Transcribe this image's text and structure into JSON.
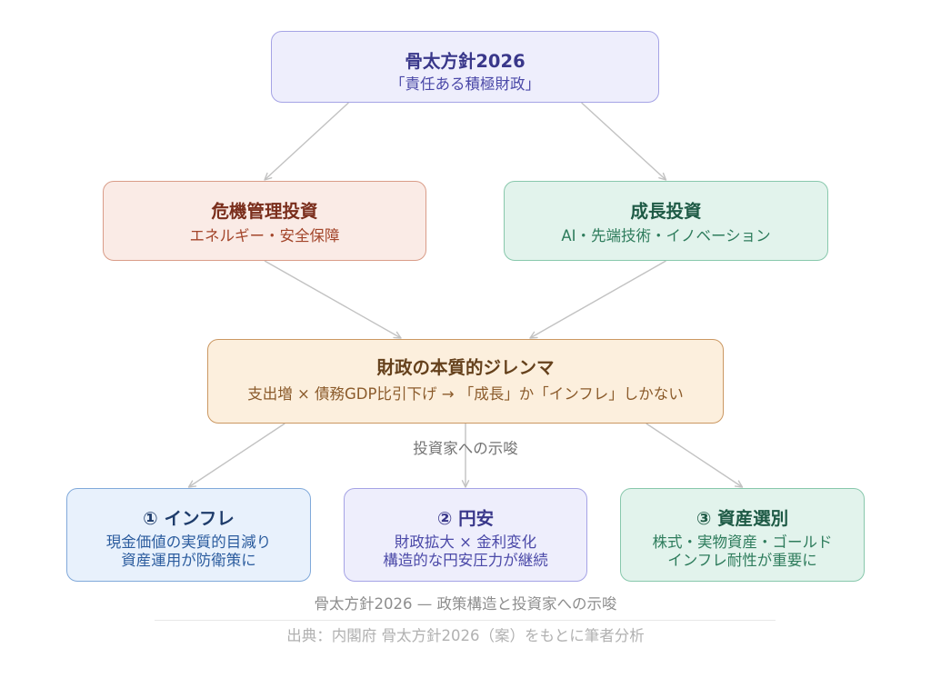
{
  "diagram": {
    "nodes": [
      {
        "title": "骨太方針2026",
        "lines": [
          "「責任ある積極財政」"
        ],
        "color": "lavender"
      },
      {
        "title": "危機管理投資",
        "lines": [
          "エネルギー・安全保障"
        ],
        "color": "salmon"
      },
      {
        "title": "成長投資",
        "lines": [
          "AI・先端技術・イノベーション"
        ],
        "color": "mint"
      },
      {
        "title": "財政の本質的ジレンマ",
        "lines": [
          "支出増 × 債務GDP比引下げ → 「成長」か「インフレ」しかない"
        ],
        "color": "peach"
      },
      {
        "title": "① インフレ",
        "lines": [
          "現金価値の実質的目減り",
          "資産運用が防衛策に"
        ],
        "color": "sky"
      },
      {
        "title": "② 円安",
        "lines": [
          "財政拡大 × 金利変化",
          "構造的な円安圧力が継続"
        ],
        "color": "lavender"
      },
      {
        "title": "③ 資産選別",
        "lines": [
          "株式・実物資産・ゴールド",
          "インフレ耐性が重要に"
        ],
        "color": "mint"
      }
    ],
    "edges": [
      {
        "from": 0,
        "to": 1
      },
      {
        "from": 0,
        "to": 2
      },
      {
        "from": 1,
        "to": 3
      },
      {
        "from": 2,
        "to": 3
      },
      {
        "from": 3,
        "to": 4
      },
      {
        "from": 3,
        "to": 5,
        "label": "投資家への示唆"
      },
      {
        "from": 3,
        "to": 6
      }
    ],
    "palette": {
      "lavender": {
        "fill": "#EEEEFC",
        "border": "#A5A3E5",
        "title": "#39378A",
        "text": "#4B49A8"
      },
      "salmon": {
        "fill": "#FAEBE6",
        "border": "#D99C88",
        "title": "#7A2E1C",
        "text": "#A3452A"
      },
      "mint": {
        "fill": "#E2F3EC",
        "border": "#88C8AC",
        "title": "#1E5A45",
        "text": "#2E7C5C"
      },
      "peach": {
        "fill": "#FCEFDD",
        "border": "#CB9862",
        "title": "#65411C",
        "text": "#8B5B2B"
      },
      "sky": {
        "fill": "#E8F1FC",
        "border": "#80A9DA",
        "title": "#1E3C6B",
        "text": "#2B5C9E"
      }
    },
    "edge_color": "#C2C2C2"
  },
  "caption": "骨太方針2026 — 政策構造と投資家への示唆",
  "source": "出典：内閣府 骨太方針2026（案）をもとに筆者分析"
}
